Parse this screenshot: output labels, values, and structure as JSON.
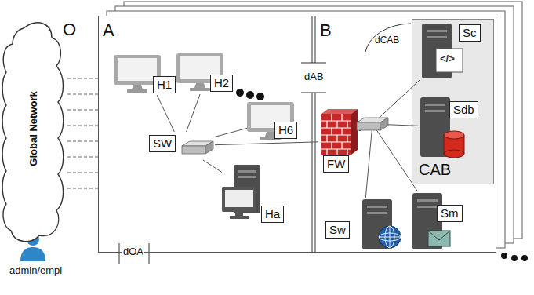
{
  "diagram": {
    "nodes": [
      {
        "text": [
          "Global Network"
        ]
      },
      {
        "text": [
          "O"
        ]
      },
      {
        "text": [
          "A"
        ],
        "in": 1
      },
      {
        "text": [
          "H1"
        ],
        "in": 2
      },
      {
        "text": [
          "H2"
        ],
        "in": 2
      },
      {
        "text": [
          "H6"
        ],
        "in": 2
      },
      {
        "text": [
          "SW"
        ],
        "in": 2
      },
      {
        "text": [
          "Ha"
        ],
        "in": 2
      },
      {
        "text": [
          "B"
        ],
        "in": 1
      },
      {
        "text": [
          "FW"
        ],
        "in": 8
      },
      {
        "text": [
          "CAB"
        ],
        "in": 8
      },
      {
        "text": [
          "Sc"
        ],
        "in": 10
      },
      {
        "text": [
          "Sdb"
        ],
        "in": 10
      },
      {
        "text": [
          "Sw"
        ],
        "in": 8
      },
      {
        "text": [
          "Sm"
        ],
        "in": 8
      }
    ],
    "edges": [
      {
        "from": 3,
        "to": 6,
        "arrow": "none"
      },
      {
        "from": 4,
        "to": 6,
        "arrow": "none"
      },
      {
        "from": 5,
        "to": 6,
        "arrow": "none"
      },
      {
        "from": 6,
        "to": 7,
        "arrow": "none"
      },
      {
        "from": 6,
        "to": 9,
        "arrow": "none"
      },
      {
        "from": 9,
        "to": 11,
        "arrow": "none"
      },
      {
        "from": 9,
        "to": 12,
        "arrow": "none"
      },
      {
        "from": 9,
        "to": 13,
        "arrow": "none"
      },
      {
        "from": 9,
        "to": 14,
        "arrow": "none"
      },
      {
        "from": 0,
        "to": 1,
        "arrow": "none"
      },
      {
        "from": 0,
        "to": 1,
        "arrow": "none"
      },
      {
        "from": 0,
        "to": 1,
        "arrow": "none"
      },
      {
        "from": 0,
        "to": 1,
        "arrow": "none"
      },
      {
        "from": 0,
        "to": 1,
        "arrow": "none"
      },
      {
        "from": 0,
        "to": 1,
        "arrow": "none"
      },
      {
        "from": 0,
        "to": 1,
        "arrow": "none"
      },
      {
        "from": 0,
        "to": 1,
        "arrow": "none"
      }
    ],
    "labels": [
      "dAB",
      "dOA",
      "dCAB",
      "</>",
      "admin/empl"
    ]
  }
}
